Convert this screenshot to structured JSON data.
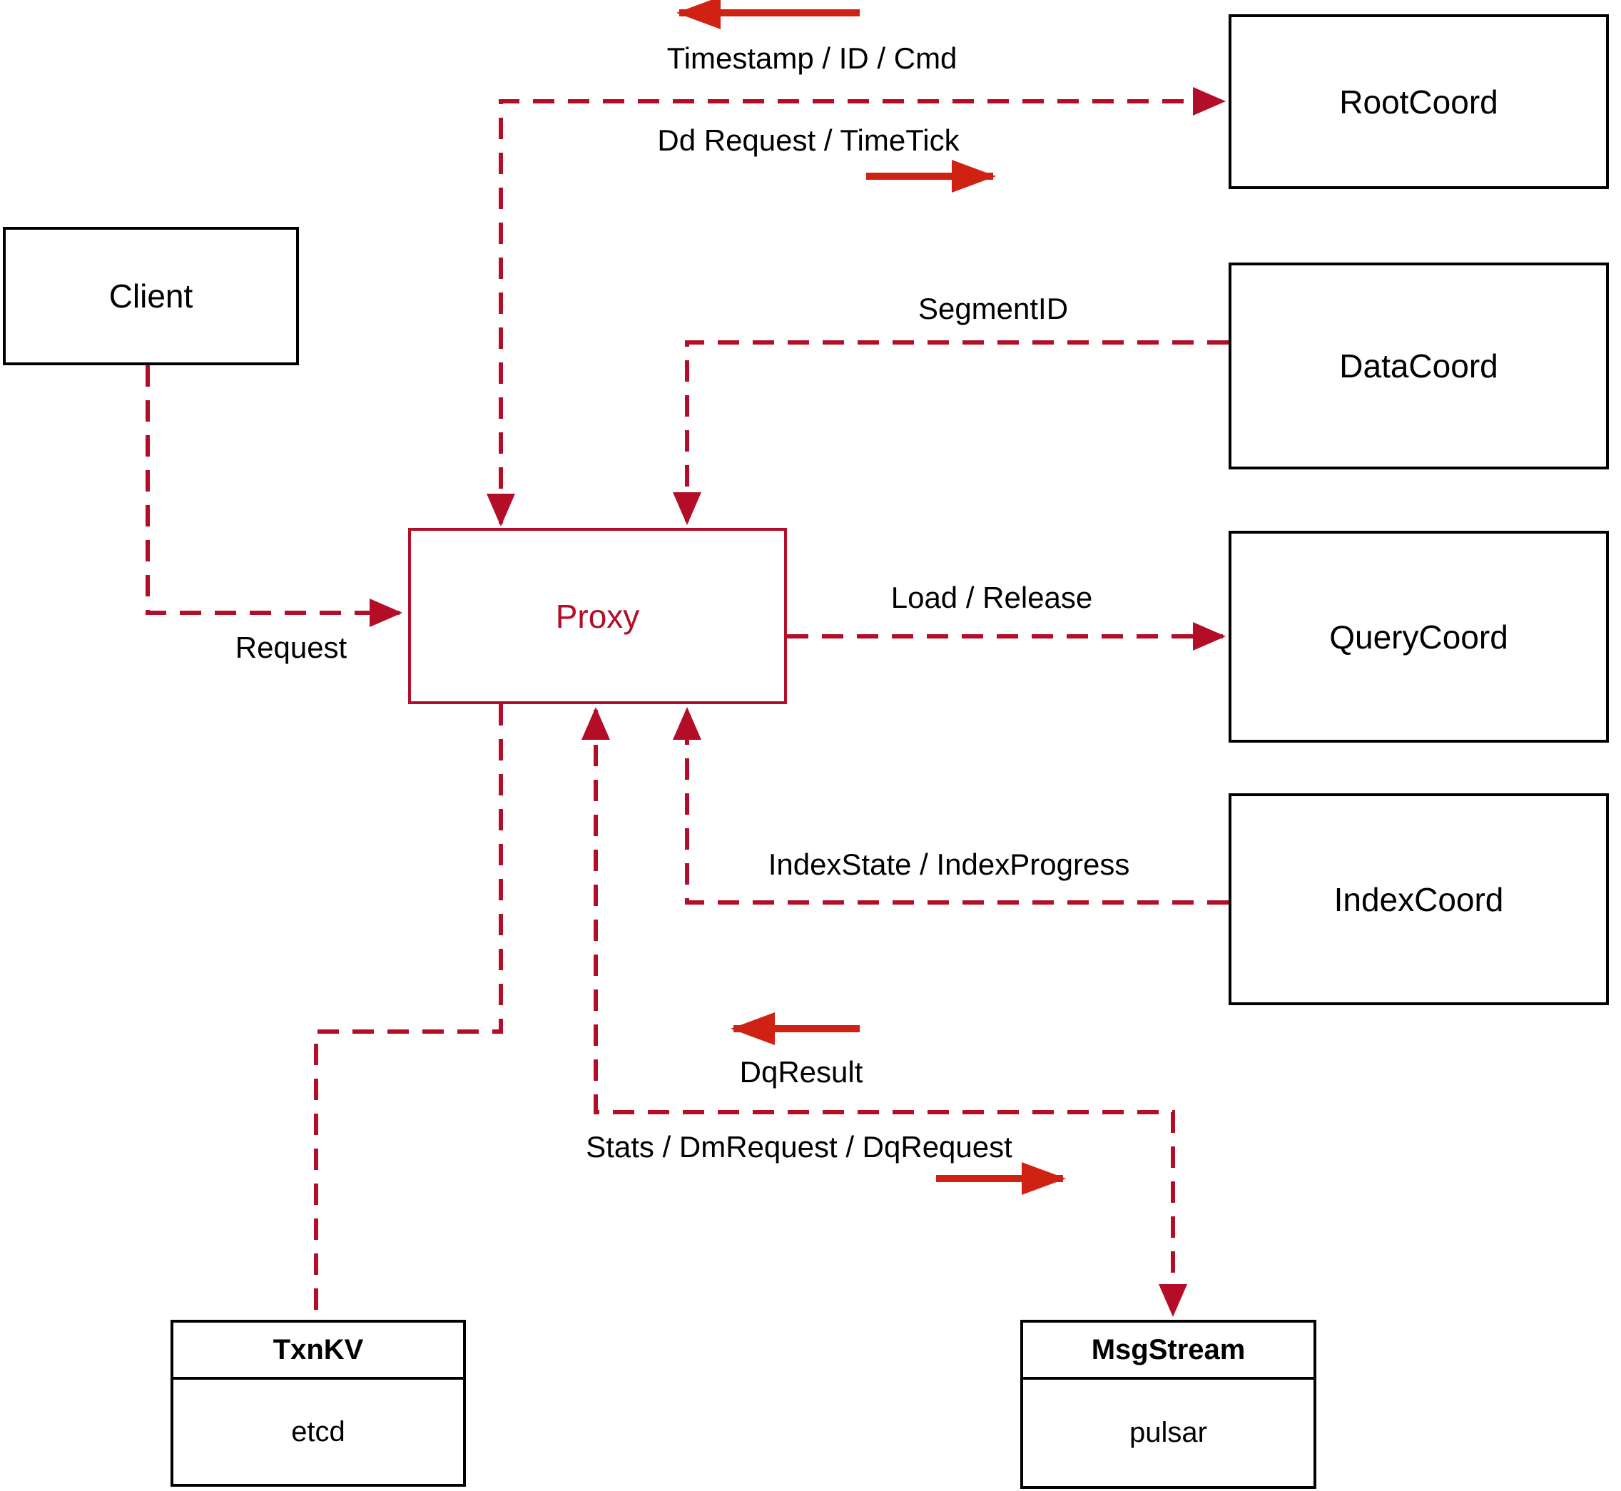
{
  "diagram": {
    "nodes": {
      "client": {
        "label": "Client"
      },
      "proxy": {
        "label": "Proxy"
      },
      "root_coord": {
        "label": "RootCoord"
      },
      "data_coord": {
        "label": "DataCoord"
      },
      "query_coord": {
        "label": "QueryCoord"
      },
      "index_coord": {
        "label": "IndexCoord"
      },
      "txn_kv": {
        "title": "TxnKV",
        "impl": "etcd"
      },
      "msg_stream": {
        "title": "MsgStream",
        "impl": "pulsar"
      }
    },
    "edge_labels": {
      "timestamp": "Timestamp / ID / Cmd",
      "dd_request": "Dd Request / TimeTick",
      "request": "Request",
      "segment_id": "SegmentID",
      "load_release": "Load / Release",
      "index_state": "IndexState / IndexProgress",
      "dq_result": "DqResult",
      "stats": "Stats / DmRequest / DqRequest"
    },
    "colors": {
      "dashed_line": "#b30d28",
      "solid_arrow": "#cf2213",
      "proxy_accent": "#b30d28",
      "box_border": "#000000",
      "text": "#000000"
    }
  }
}
